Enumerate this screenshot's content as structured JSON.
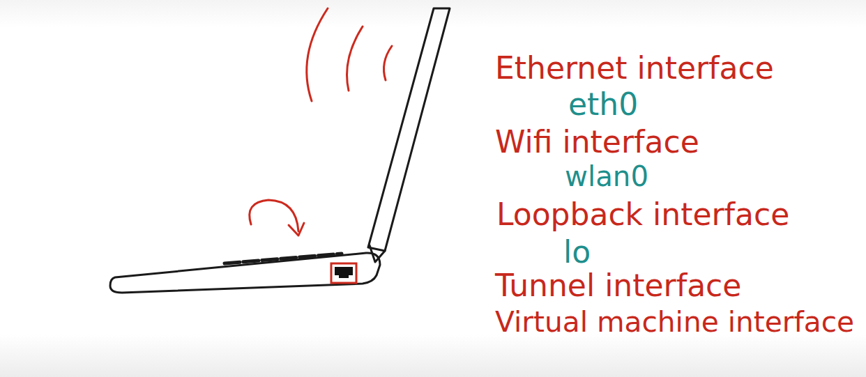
{
  "diagram": {
    "labels": [
      "Ethernet interface",
      "eth0",
      "Wifi interface",
      "wlan0",
      "Loopback interface",
      "lo",
      "Tunnel interface",
      "Virtual machine interface"
    ]
  }
}
